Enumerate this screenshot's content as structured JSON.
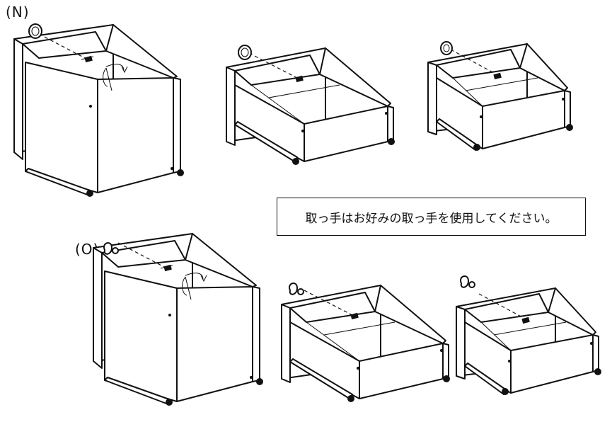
{
  "labels": {
    "n": "(N)",
    "o": "(O)"
  },
  "note": "取っ手はお好みの取っ手を使用してください。",
  "handles": {
    "row_n": "ring-handle",
    "row_o": "knob-handle"
  }
}
